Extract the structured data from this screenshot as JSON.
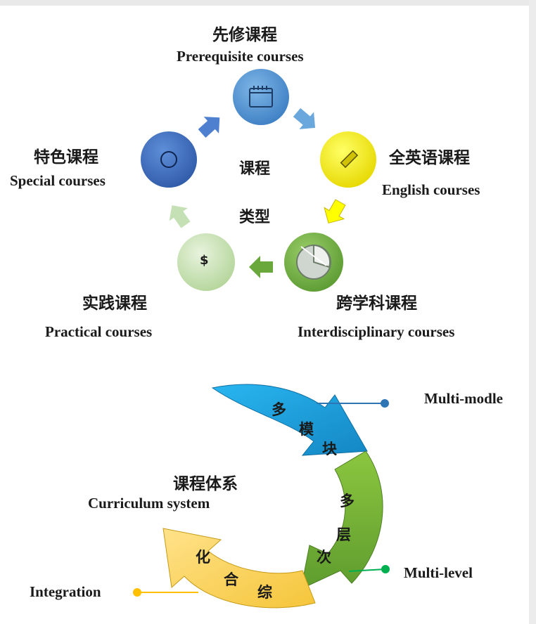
{
  "course_types": {
    "center_line1": "课程",
    "center_line2": "类型",
    "prerequisite": {
      "zh": "先修课程",
      "en": "Prerequisite courses",
      "color": "#5b9bd5"
    },
    "english": {
      "zh": "全英语课程",
      "en": "English courses",
      "color": "#ffff00"
    },
    "interdisciplinary": {
      "zh": "跨学科课程",
      "en": "Interdisciplinary courses",
      "color": "#70ad47"
    },
    "practical": {
      "zh": "实践课程",
      "en": "Practical courses",
      "color": "#c5e0b4",
      "icon_glyph": "$"
    },
    "special": {
      "zh": "特色课程",
      "en": "Special courses",
      "color": "#4472c4"
    }
  },
  "curriculum_system": {
    "title_zh": "课程体系",
    "title_en": "Curriculum system",
    "multi_module": {
      "chars": [
        "多",
        "模",
        "块"
      ],
      "label": "Multi-modle",
      "color": "#1ca7e3",
      "line_color": "#2e75b6"
    },
    "multi_level": {
      "chars": [
        "多",
        "层",
        "次"
      ],
      "label": "Multi-level",
      "color": "#70ad47",
      "line_color": "#00b050"
    },
    "integration": {
      "chars": [
        "化",
        "合",
        "综"
      ],
      "label": "Integration",
      "color": "#ffd966",
      "line_color": "#ffc000"
    }
  }
}
